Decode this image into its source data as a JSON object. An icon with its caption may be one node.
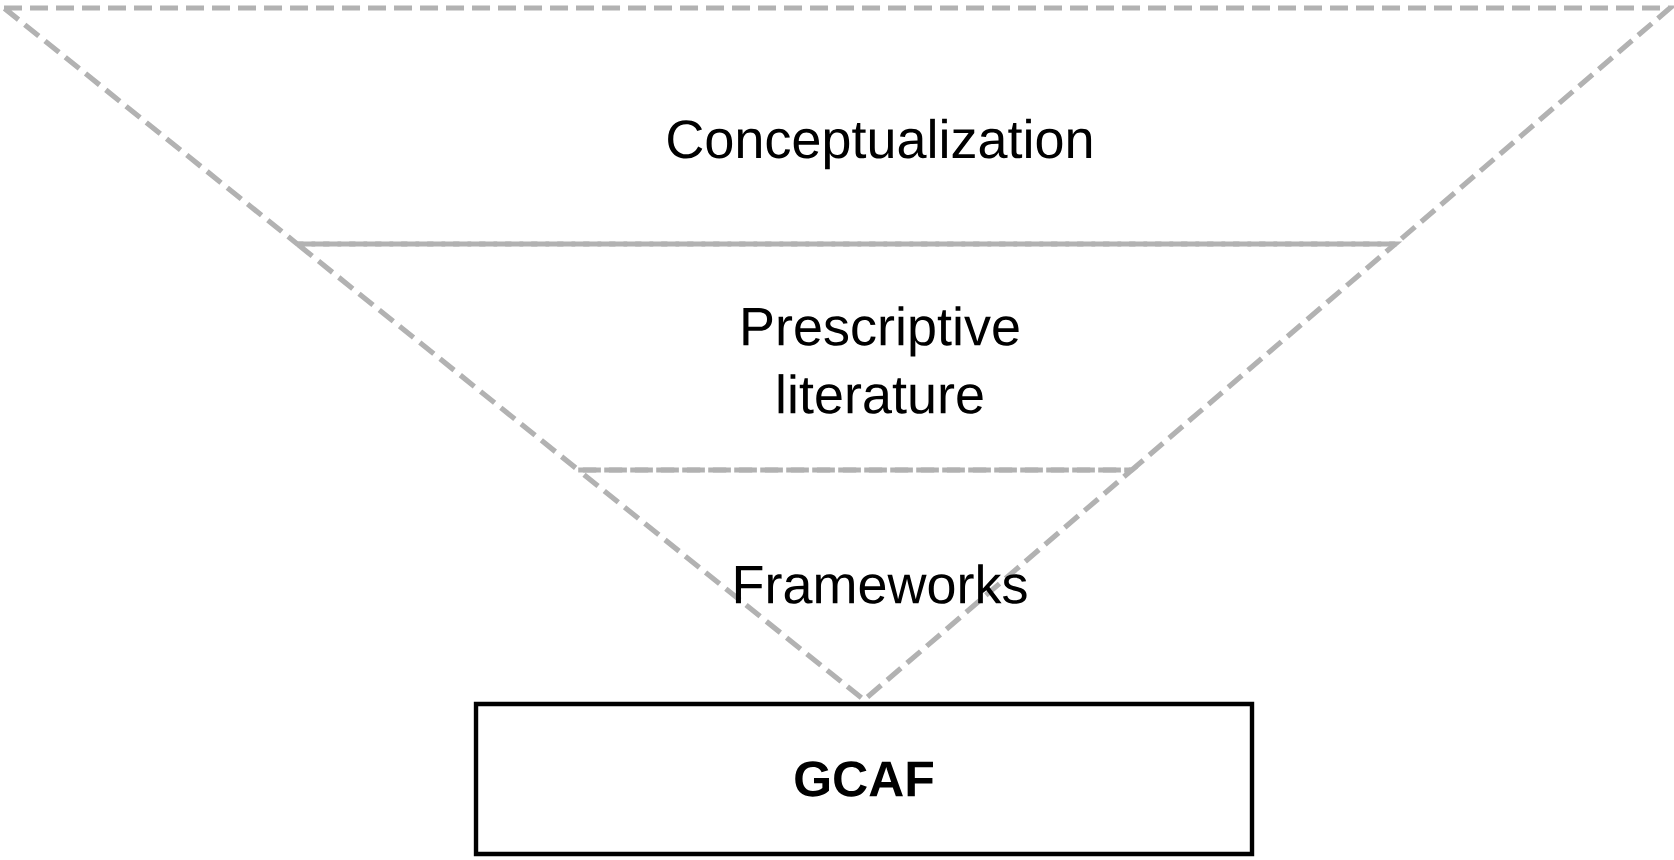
{
  "diagram": {
    "nodes": [
      {
        "text": [
          "Conceptualization"
        ]
      },
      {
        "text": [
          "Prescriptive literature"
        ]
      },
      {
        "text": [
          "Frameworks"
        ]
      },
      {
        "text": [
          "GCAF"
        ]
      }
    ]
  }
}
